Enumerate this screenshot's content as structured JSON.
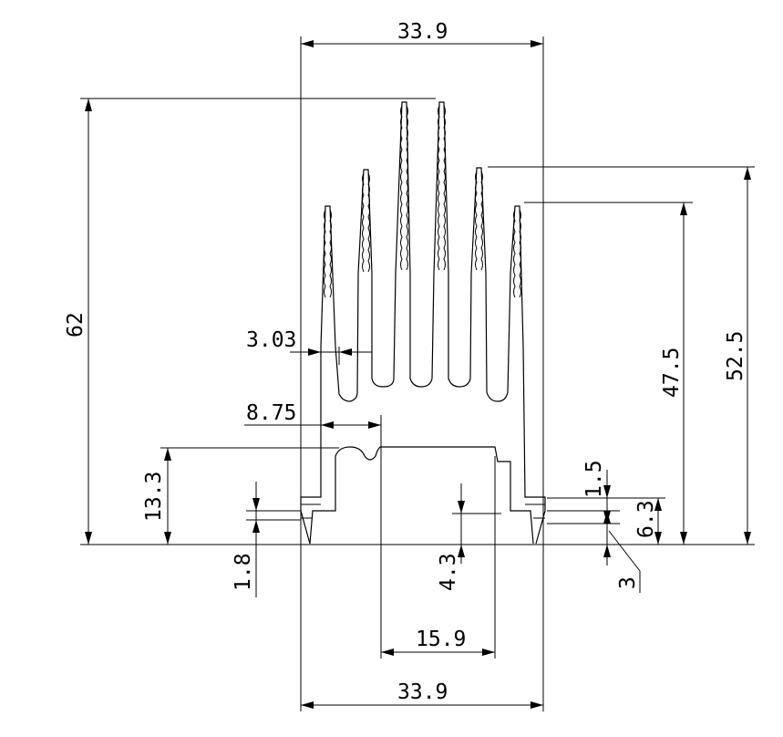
{
  "drawing": {
    "dimensions": {
      "width_top": "33.9",
      "width_bottom": "33.9",
      "height_total": "62",
      "fin_height_right": "52.5",
      "fin_height_inner": "47.5",
      "base_height": "13.3",
      "fin_thickness": "3.03",
      "fin_offset": "8.75",
      "slot_width": "15.9",
      "groove_top": "1.5",
      "groove_height": "6.3",
      "groove_bottom": "3",
      "foot_height": "1.8",
      "inner_height": "4.3"
    },
    "colors": {
      "line": "#000000",
      "background": "#ffffff"
    }
  }
}
